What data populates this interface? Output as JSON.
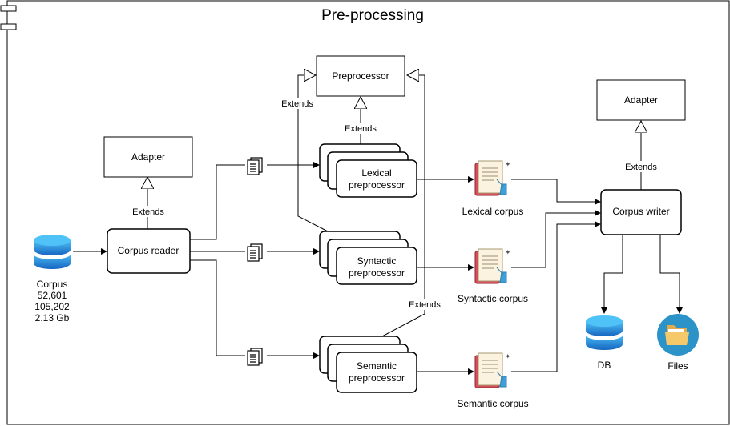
{
  "title": "Pre-processing",
  "corpus_source": {
    "label": "Corpus",
    "stats": [
      "52,601",
      "105,202",
      "2.13 Gb"
    ]
  },
  "adapter_left": "Adapter",
  "adapter_right": "Adapter",
  "extends_label": "Extends",
  "corpus_reader": "Corpus reader",
  "preprocessor": "Preprocessor",
  "lexical": {
    "line1": "Lexical",
    "line2": "preprocessor"
  },
  "syntactic": {
    "line1": "Syntactic",
    "line2": "preprocessor"
  },
  "semantic": {
    "line1": "Semantic",
    "line2": "preprocessor"
  },
  "lexical_corpus": "Lexical corpus",
  "syntactic_corpus": "Syntactic corpus",
  "semantic_corpus": "Semantic corpus",
  "corpus_writer": "Corpus writer",
  "db": "DB",
  "files": "Files",
  "colors": {
    "db_blue": "#1e88e5",
    "files_circle": "#2b93c8",
    "folder": "#f5c96a",
    "book_red": "#d6505a"
  }
}
